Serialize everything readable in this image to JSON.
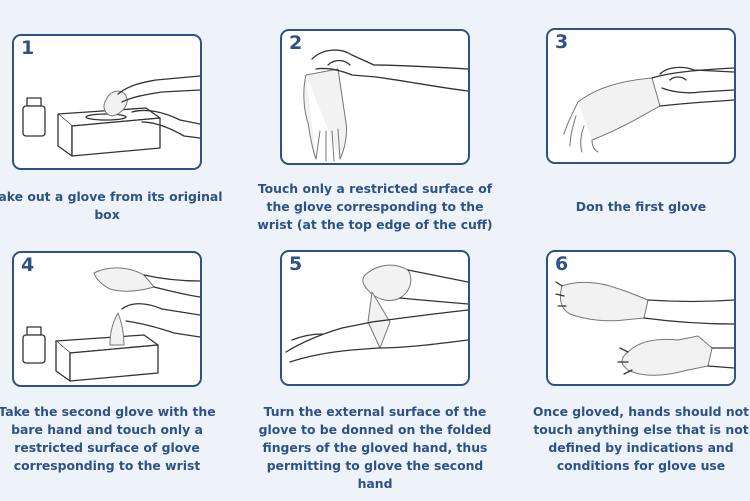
{
  "steps": [
    {
      "number": "1",
      "caption": "Take out a glove from its original box"
    },
    {
      "number": "2",
      "caption": "Touch only a restricted surface of the glove corresponding to the wrist (at the top edge of the cuff)"
    },
    {
      "number": "3",
      "caption": "Don the first glove"
    },
    {
      "number": "4",
      "caption": "Take the second glove with the bare hand and touch only a restricted surface of glove corresponding to the wrist"
    },
    {
      "number": "5",
      "caption": "Turn the external surface of the glove to be donned on the folded fingers of the gloved hand, thus permitting to glove the second hand"
    },
    {
      "number": "6",
      "caption": "Once gloved, hands should not touch anything else that is not defined by indications and conditions for glove use"
    }
  ],
  "colors": {
    "accent": "#2e5286",
    "background": "#eef3f9",
    "panel": "#ffffff"
  }
}
